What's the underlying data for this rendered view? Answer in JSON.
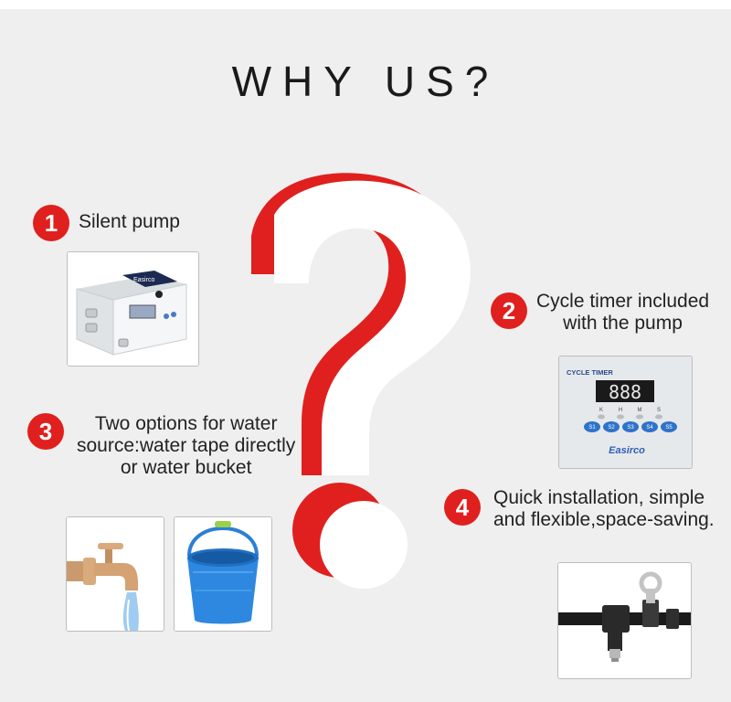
{
  "heading": "WHY US?",
  "brand_color": "#e0201e",
  "features": [
    {
      "number": "1",
      "text": "Silent pump"
    },
    {
      "number": "2",
      "text_line1": "Cycle timer included",
      "text_line2": "with the pump"
    },
    {
      "number": "3",
      "text_line1": "Two options for water",
      "text_line2": "source:water tape directly",
      "text_line3": "or water bucket"
    },
    {
      "number": "4",
      "text_line1": "Quick installation, simple",
      "text_line2": "and flexible,space-saving."
    }
  ],
  "timer_panel": {
    "label": "CYCLE TIMER",
    "display": "888",
    "indicators": [
      "K",
      "H",
      "M",
      "S"
    ],
    "buttons": [
      "S1",
      "S2",
      "S3",
      "S4",
      "S5"
    ],
    "logo": "Easirco"
  },
  "pump_box_logo": "Easirco"
}
